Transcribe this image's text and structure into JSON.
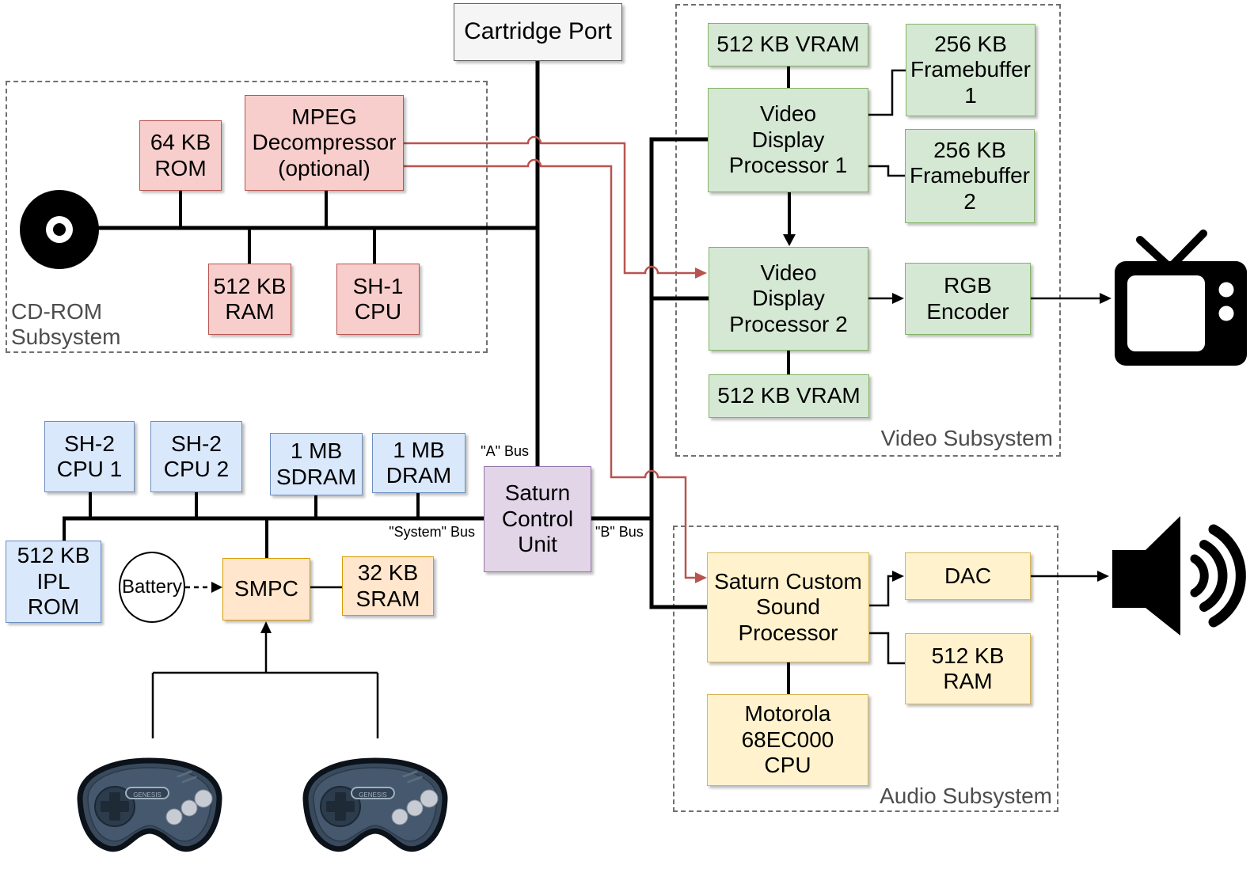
{
  "cartridge_port": {
    "label": "Cartridge Port"
  },
  "buses": {
    "a": "\"A\" Bus",
    "b": "\"B\" Bus",
    "system": "\"System\" Bus"
  },
  "cdrom_subsystem": {
    "title": "CD-ROM Subsystem",
    "rom64": "64 KB\nROM",
    "mpeg": "MPEG\nDecompressor\n(optional)",
    "ram512": "512 KB\nRAM",
    "sh1": "SH-1\nCPU"
  },
  "video_subsystem": {
    "title": "Video Subsystem",
    "vram_top": "512 KB VRAM",
    "vdp1": "Video\nDisplay\nProcessor 1",
    "fb1": "256 KB\nFramebuffer\n1",
    "fb2": "256 KB\nFramebuffer\n2",
    "vdp2": "Video\nDisplay\nProcessor 2",
    "rgb_encoder": "RGB\nEncoder",
    "vram_bottom": "512 KB VRAM"
  },
  "main_system": {
    "sh2_cpu1": "SH-2\nCPU 1",
    "sh2_cpu2": "SH-2\nCPU 2",
    "sdram": "1 MB\nSDRAM",
    "dram": "1 MB\nDRAM",
    "ipl_rom": "512 KB\nIPL\nROM",
    "battery": "Battery",
    "smpc": "SMPC",
    "sram": "32 KB\nSRAM",
    "scu": "Saturn\nControl\nUnit"
  },
  "audio_subsystem": {
    "title": "Audio Subsystem",
    "scsp": "Saturn Custom\nSound\nProcessor",
    "dac": "DAC",
    "ram512": "512 KB\nRAM",
    "m68k": "Motorola\n68EC000\nCPU"
  },
  "controllers": {
    "brand": "GENESIS"
  },
  "icons": {
    "cd": "cd-disc-icon",
    "tv": "tv-icon",
    "speaker": "speaker-icon",
    "gamepad_1": "gamepad-icon",
    "gamepad_2": "gamepad-icon"
  },
  "colors": {
    "pink_fill": "#f8cecc",
    "pink_stroke": "#b85450",
    "green_fill": "#d5e8d4",
    "green_stroke": "#82b366",
    "blue_fill": "#dae8fc",
    "blue_stroke": "#6c8ebf",
    "orange_fill": "#ffe6cc",
    "orange_stroke": "#d79b00",
    "yellow_fill": "#fff2cc",
    "yellow_stroke": "#d6b656",
    "purple_fill": "#e1d5e7",
    "purple_stroke": "#9673a6",
    "gray_fill": "#f5f5f5",
    "gray_stroke": "#666666",
    "red_wire": "#b85450",
    "black_wire": "#000000"
  }
}
